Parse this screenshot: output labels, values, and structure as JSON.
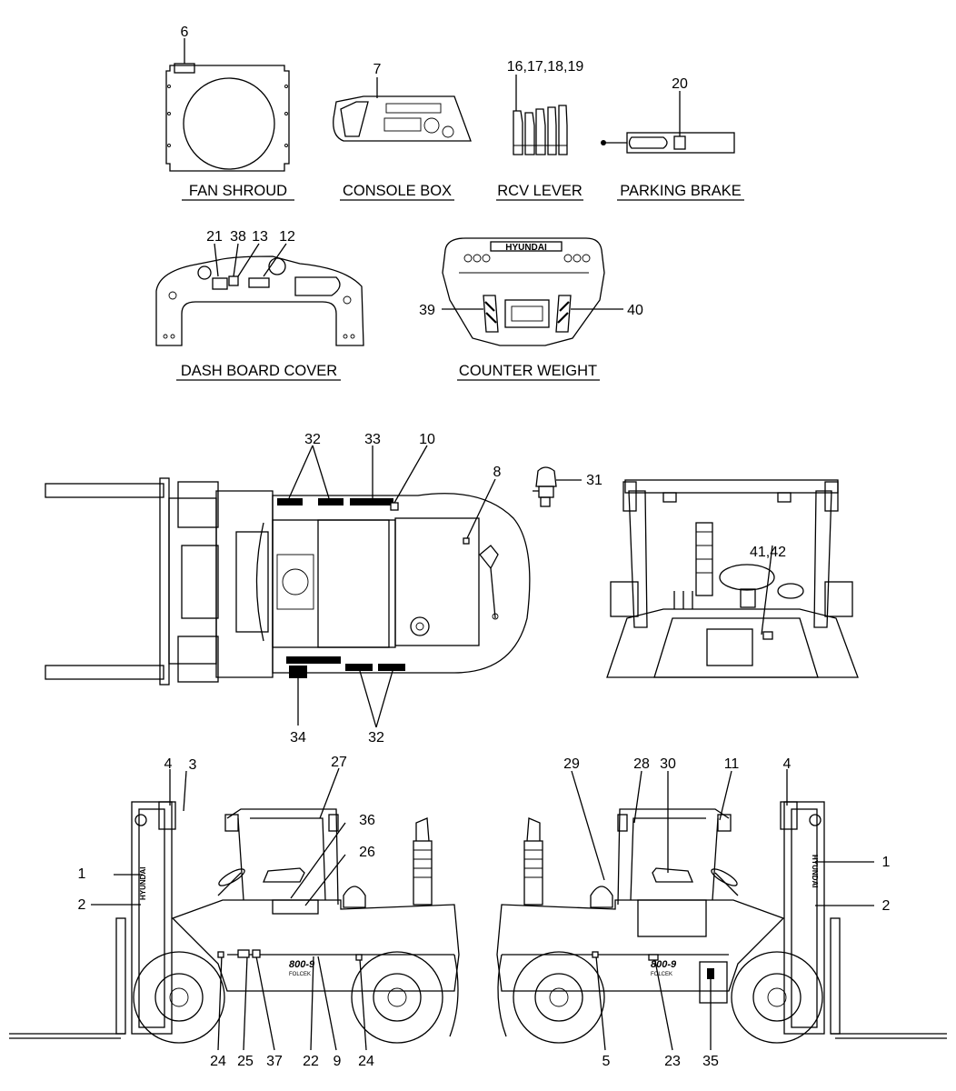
{
  "titles": {
    "fan_shroud": "FAN SHROUD",
    "console_box": "CONSOLE BOX",
    "rcv_lever": "RCV LEVER",
    "parking_brake": "PARKING BRAKE",
    "dash_board_cover": "DASH BOARD COVER",
    "counter_weight": "COUNTER WEIGHT"
  },
  "brand": "HYUNDAI",
  "model_badge": "800-9",
  "model_sub": "FOLCEK",
  "callouts": {
    "fan": "6",
    "console": "7",
    "rcv": "16,17,18,19",
    "parking": "20",
    "dash_21": "21",
    "dash_38": "38",
    "dash_13": "13",
    "dash_12": "12",
    "cw_39": "39",
    "cw_40": "40",
    "top_32a": "32",
    "top_33": "33",
    "top_10": "10",
    "top_8": "8",
    "top_31": "31",
    "top_34": "34",
    "top_32b": "32",
    "rear_41": "41,42",
    "left_4": "4",
    "left_3": "3",
    "left_1": "1",
    "left_2": "2",
    "left_27": "27",
    "left_36": "36",
    "left_26": "26",
    "left_24a": "24",
    "left_25": "25",
    "left_37": "37",
    "left_22": "22",
    "left_9": "9",
    "left_24b": "24",
    "right_29": "29",
    "right_28": "28",
    "right_30": "30",
    "right_11": "11",
    "right_4": "4",
    "right_1": "1",
    "right_2": "2",
    "right_5": "5",
    "right_23": "23",
    "right_35": "35"
  }
}
